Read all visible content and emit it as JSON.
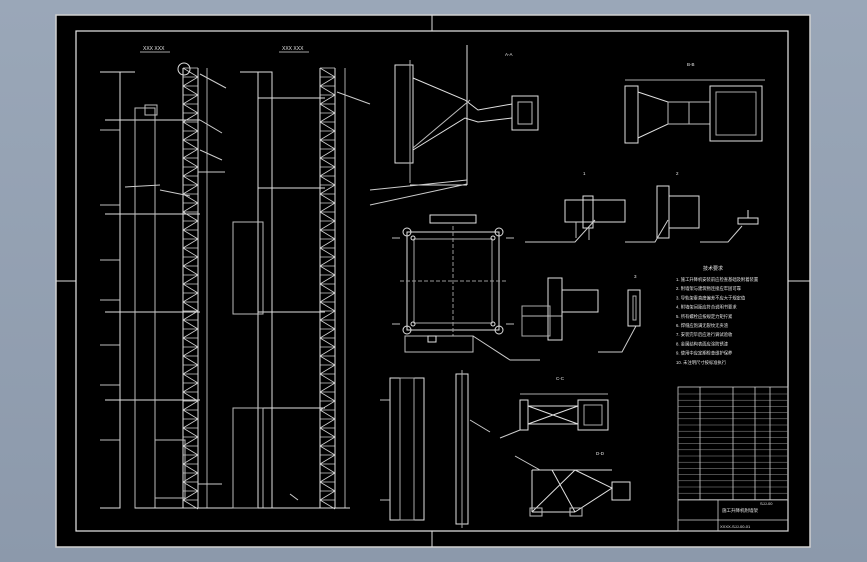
{
  "drawing": {
    "view_titles": {
      "elevation_a": "XXX XXX",
      "elevation_b": "XXX XXX",
      "section_a": "A-A",
      "section_b": "B-B",
      "node_1": "1",
      "node_2": "2",
      "node_3": "3",
      "bottom_detail": "C-C",
      "bottom_detail_2": "D-D"
    },
    "notes_title": "技术要求",
    "notes": [
      "1. 施工升降机安装前应检查基础及附着装置",
      "2. 附墙架与建筑物连接应牢固可靠",
      "3. 导轨架垂直度偏差不应大于规定值",
      "4. 附墙架间距应符合说明书要求",
      "5. 所有螺栓应按规定力矩拧紧",
      "6. 焊缝应饱满无裂纹无夹渣",
      "7. 安装完毕后应进行调试验收",
      "8. 金属结构表面应涂防锈漆",
      "9. 使用中应定期检查维护保养",
      "10. 未注明尺寸按标准执行"
    ],
    "title_block": {
      "drawing_name": "施工升降机附墙架",
      "drawing_number": "SJJ-00",
      "footer": "XXXX-SJJ-00-01"
    }
  }
}
